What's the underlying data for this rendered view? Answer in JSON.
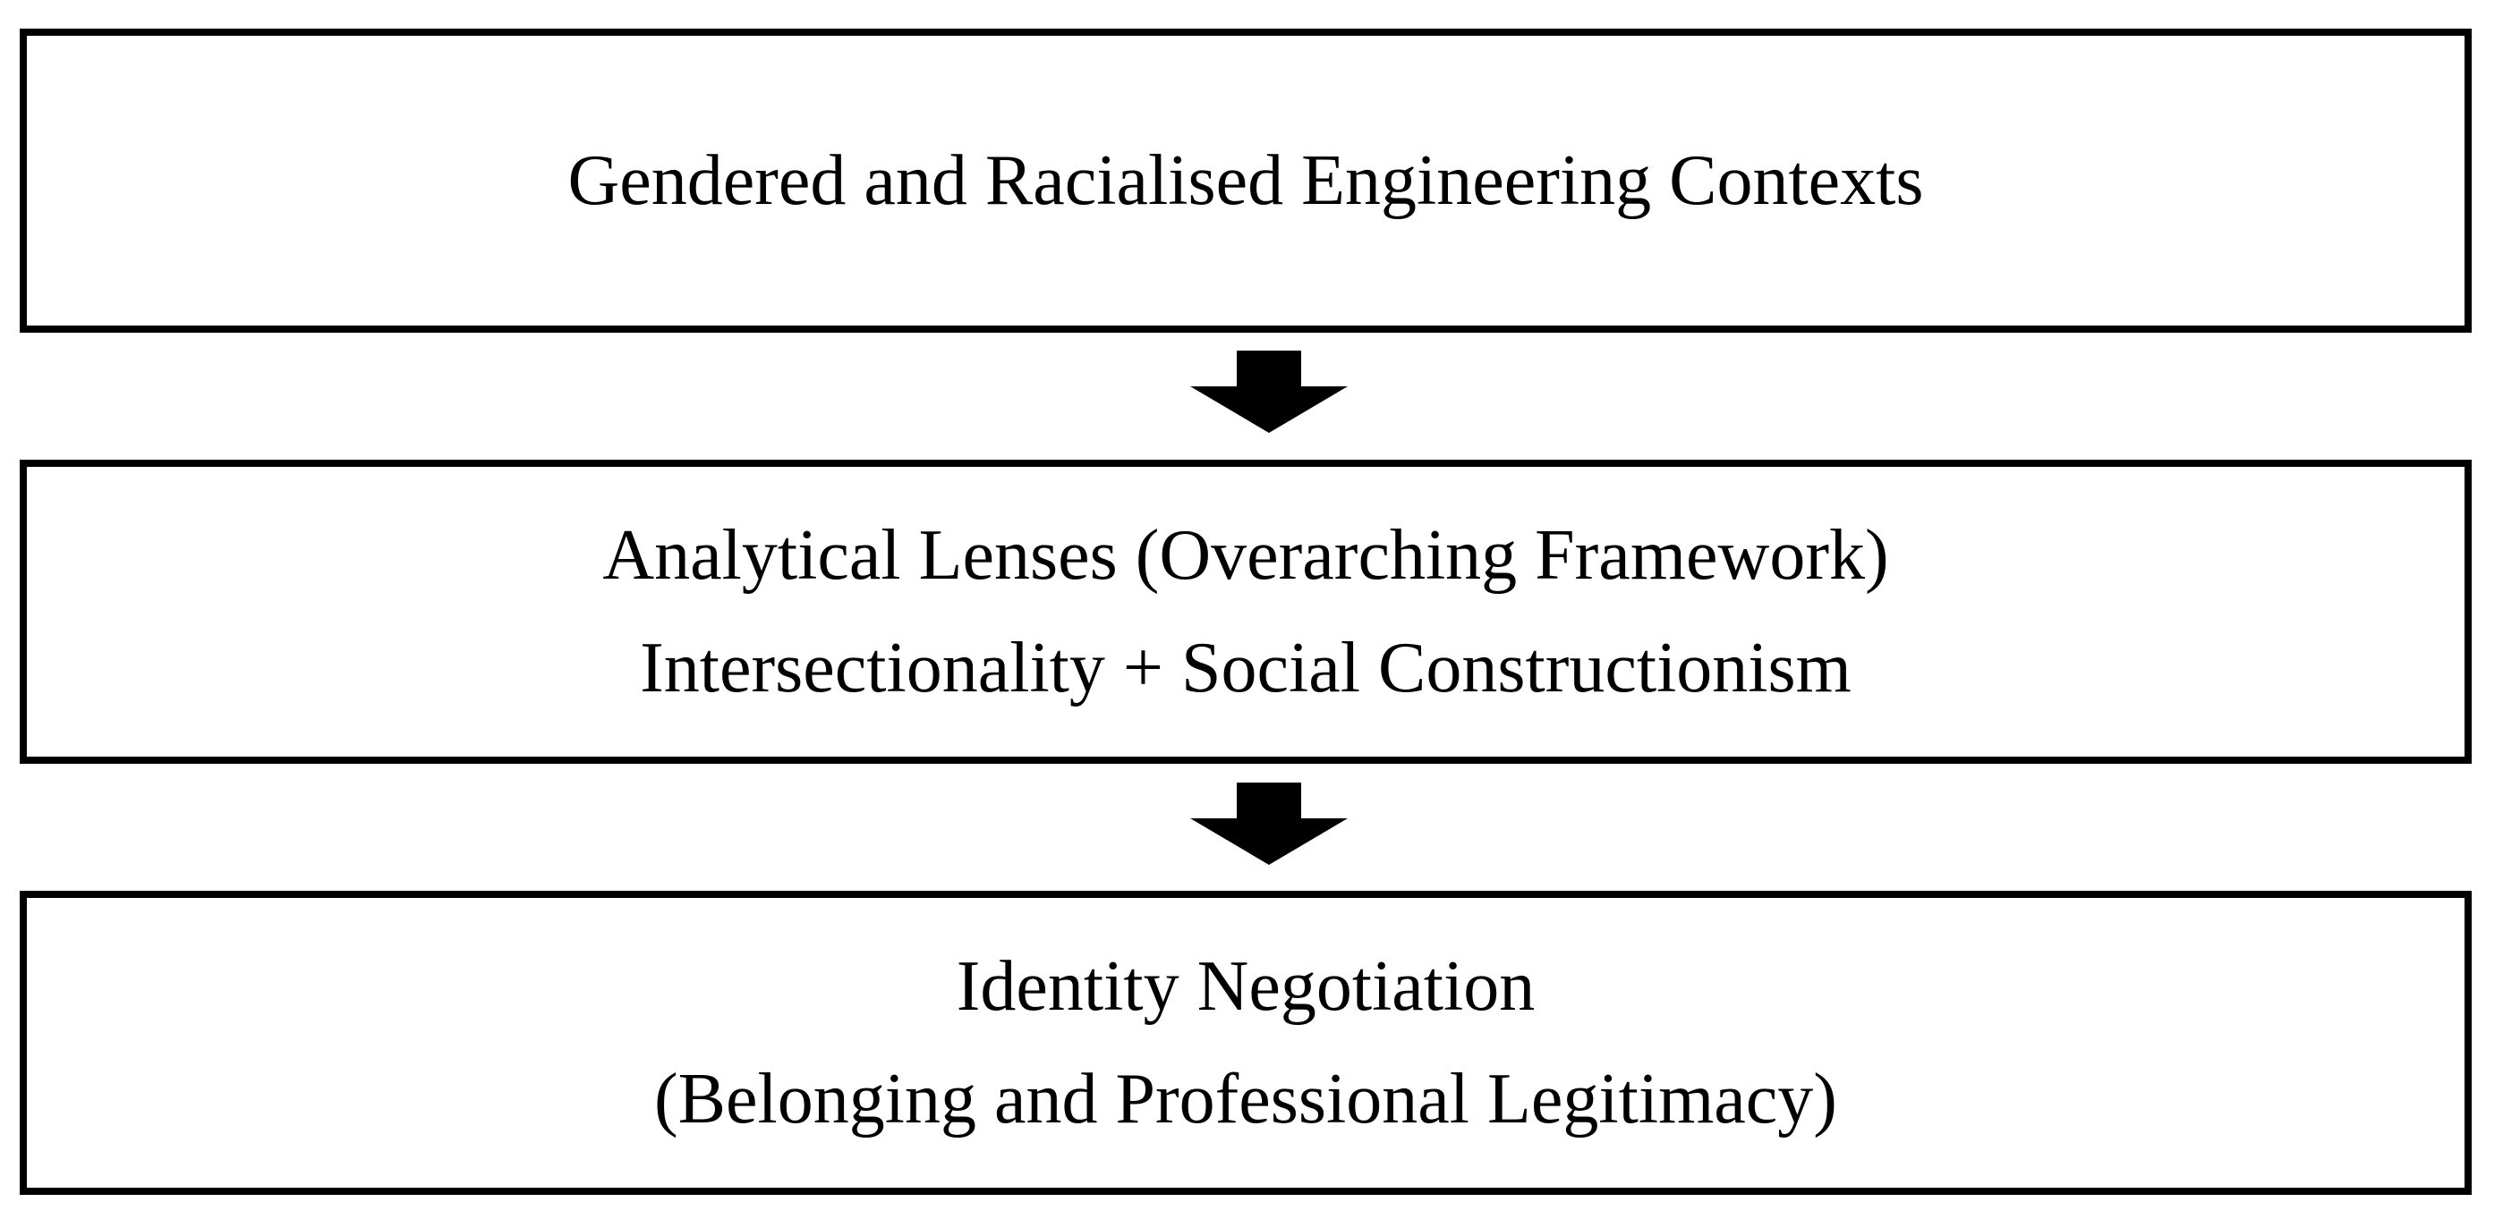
{
  "diagram": {
    "boxes": [
      {
        "lines": [
          "Gendered and Racialised Engineering Contexts"
        ]
      },
      {
        "lines": [
          "Analytical Lenses (Overarching Framework)",
          "Intersectionality + Social Constructionism"
        ]
      },
      {
        "lines": [
          "Identity Negotiation",
          "(Belonging and Professional Legitimacy)"
        ]
      }
    ],
    "arrows": [
      "down-arrow-icon",
      "down-arrow-icon"
    ],
    "colors": {
      "stroke": "#000000",
      "fill": "#000000",
      "background": "#ffffff"
    }
  }
}
